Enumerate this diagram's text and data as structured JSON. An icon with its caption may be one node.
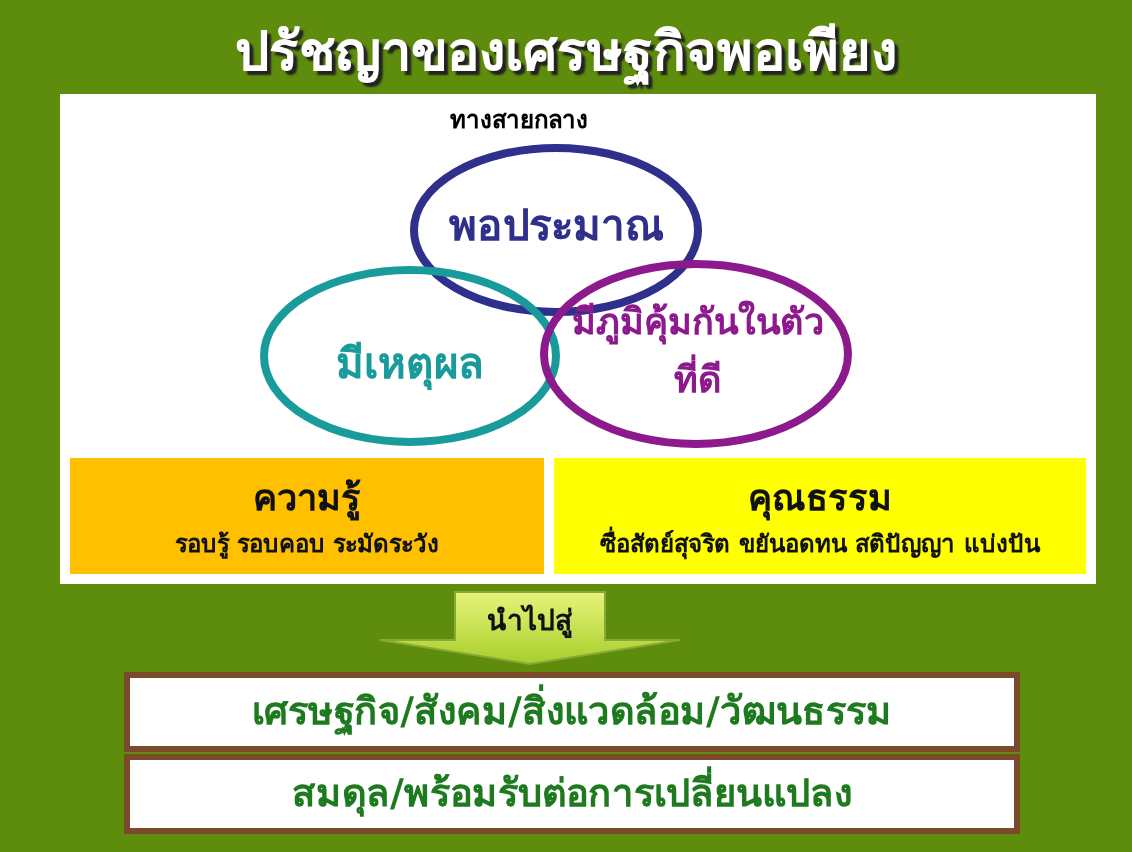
{
  "diagram": {
    "title": "ปรัชญาของเศรษฐกิจพอเพียง",
    "nodes": [
      {
        "text": [
          "พอประมาณ"
        ]
      },
      {
        "text": [
          "มีเหตุผล"
        ]
      },
      {
        "text": [
          "มีภูมิคุ้มกันในตัวที่ดี"
        ]
      },
      {
        "text": [
          "ความรู้",
          "รอบรู้ รอบคอบ ระมัดระวัง"
        ]
      },
      {
        "text": [
          "คุณธรรม",
          "ซื่อสัตย์สุจริต ขยันอดทน สติปัญญา แบ่งปัน"
        ]
      },
      {
        "text": [
          "นำไปสู่"
        ]
      },
      {
        "text": [
          "เศรษฐกิจ/สังคม/สิ่งแวดล้อม/วัฒนธรรม"
        ]
      },
      {
        "text": [
          "สมดุล/พร้อมรับต่อการเปลี่ยนแปลง"
        ]
      }
    ],
    "labels": [
      "ทางสายกลาง"
    ]
  }
}
